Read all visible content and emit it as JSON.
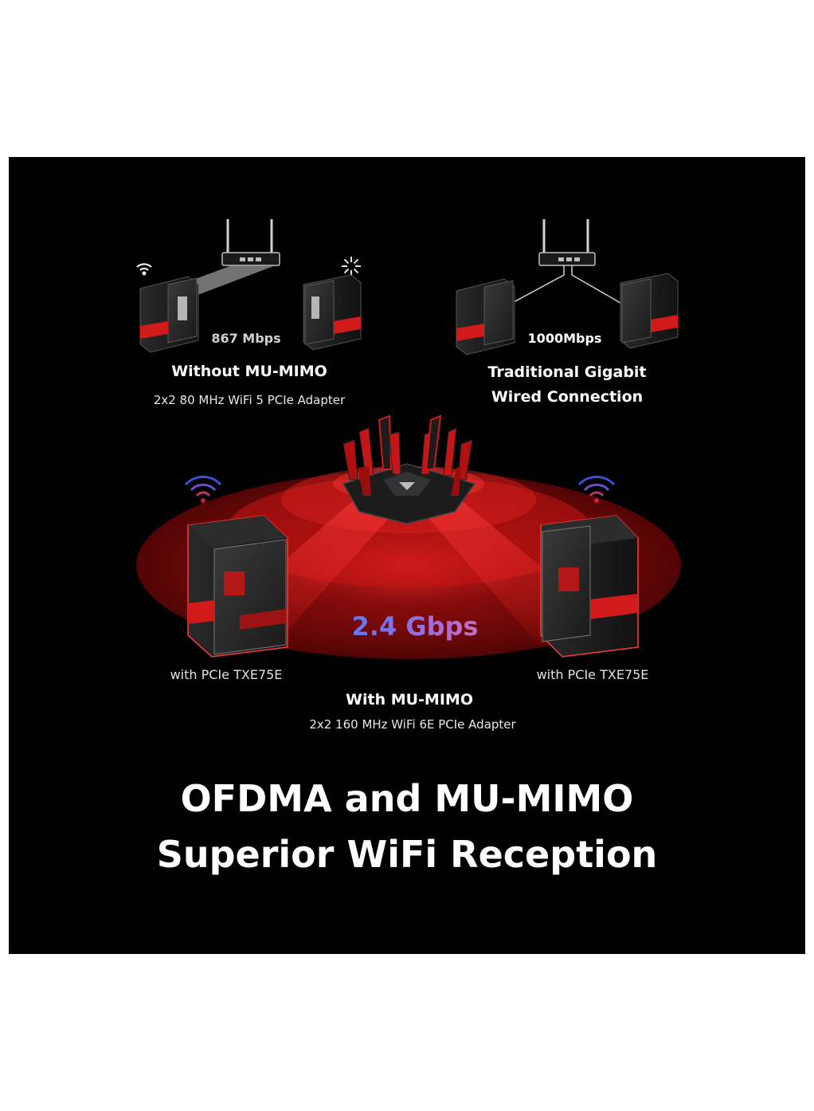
{
  "top_left": {
    "speed": "867 Mbps",
    "title": "Without MU-MIMO",
    "subtitle": "2x2 80 MHz WiFi 5 PCIe Adapter"
  },
  "top_right": {
    "speed": "1000Mbps",
    "title_line1": "Traditional Gigabit",
    "title_line2": "Wired Connection"
  },
  "center": {
    "speed": "2.4 Gbps",
    "left_label": "with PCIe TXE75E",
    "right_label": "with PCIe TXE75E",
    "title": "With MU-MIMO",
    "subtitle": "2x2 160 MHz WiFi 6E PCIe Adapter"
  },
  "headline": {
    "line1": "OFDMA and MU-MIMO",
    "line2": "Superior WiFi Reception"
  },
  "colors": {
    "background": "#000000",
    "accent_red": "#d11a1a",
    "speed_gradient_start": "#4a7bff",
    "speed_gradient_end": "#d76bb5"
  }
}
